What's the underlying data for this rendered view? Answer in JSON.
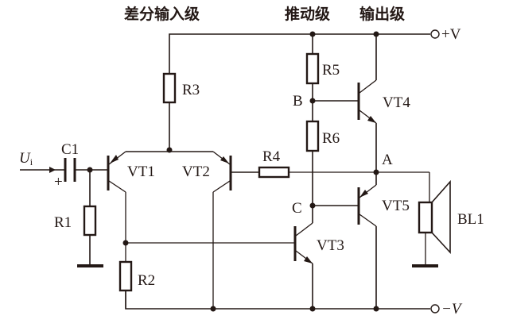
{
  "diagram": {
    "title_sections": {
      "differential_input": "差分输入级",
      "driver": "推动级",
      "output": "输出级"
    },
    "supply": {
      "positive": "+V",
      "negative": "−V"
    },
    "input": {
      "label": "U",
      "subscript": "i",
      "polarity": "+"
    },
    "components": {
      "C1": "C1",
      "R1": "R1",
      "R2": "R2",
      "R3": "R3",
      "R4": "R4",
      "R5": "R5",
      "R6": "R6",
      "VT1": "VT1",
      "VT2": "VT2",
      "VT3": "VT3",
      "VT4": "VT4",
      "VT5": "VT5",
      "BL1": "BL1"
    },
    "nodes": {
      "A": "A",
      "B": "B",
      "C": "C"
    }
  }
}
